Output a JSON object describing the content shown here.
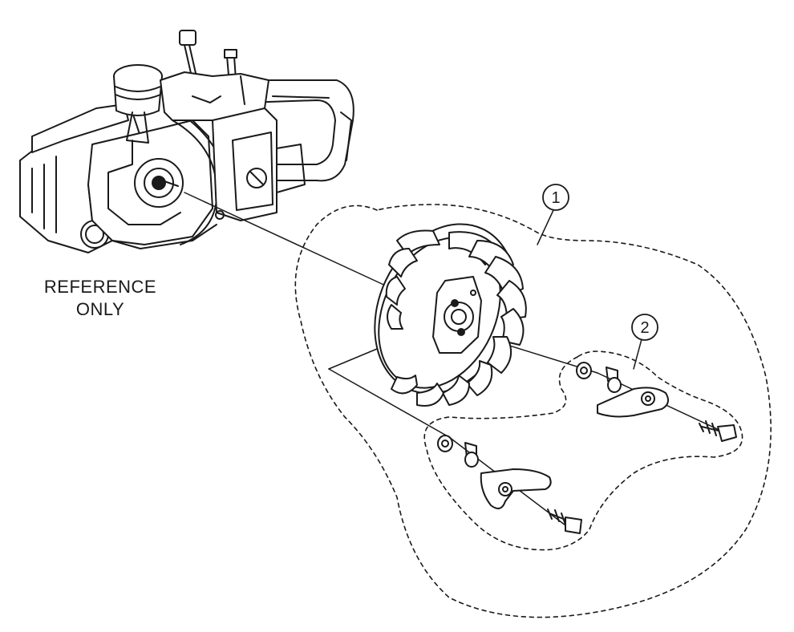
{
  "reference_note": {
    "line1": "REFERENCE",
    "line2": "ONLY"
  },
  "callouts": [
    {
      "label": "1",
      "target": "flywheel-assembly"
    },
    {
      "label": "2",
      "target": "pawl-kit"
    }
  ],
  "colors": {
    "ink": "#1a1a1a",
    "paper": "#ffffff"
  }
}
